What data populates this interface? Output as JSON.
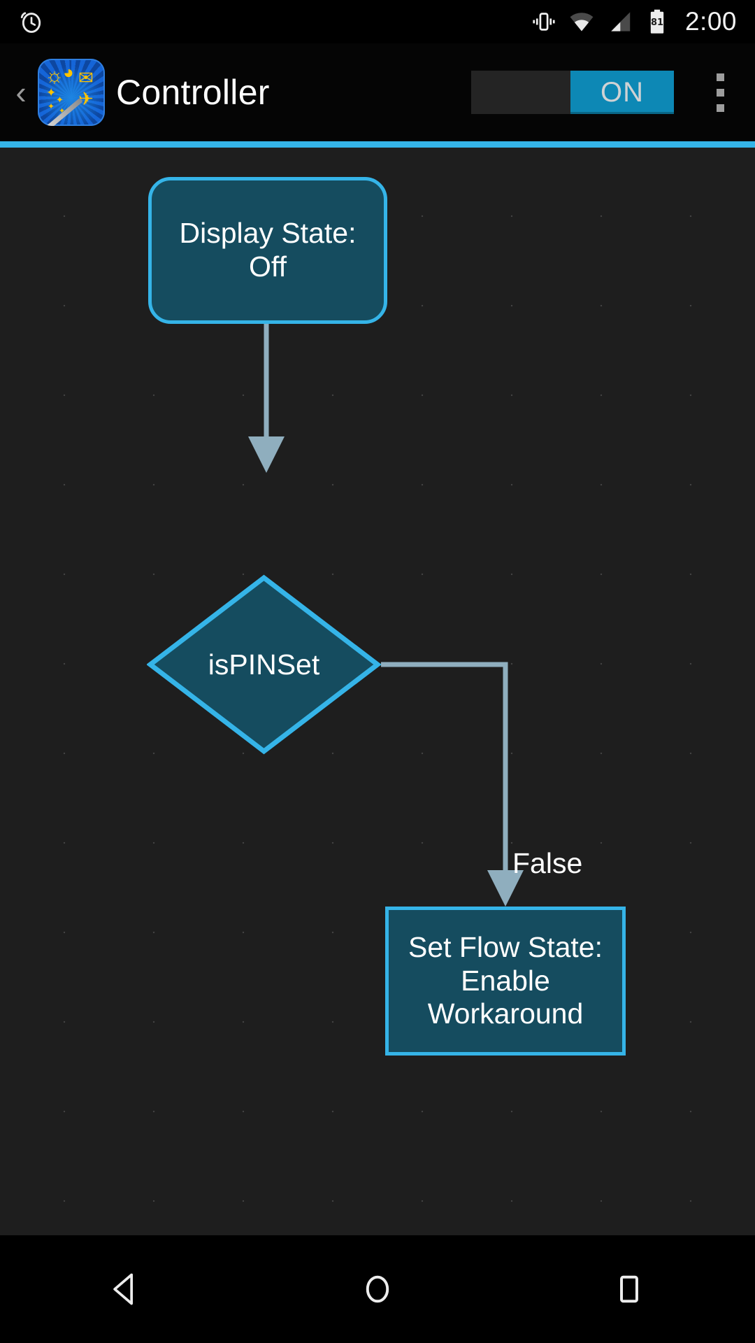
{
  "statusbar": {
    "time": "2:00",
    "battery_level": "81",
    "icons": [
      "alarm-icon",
      "vibrate-icon",
      "wifi-icon",
      "cellular-signal-icon",
      "battery-icon"
    ]
  },
  "actionbar": {
    "back_glyph": "‹",
    "app_icon_name": "tasker-app-icon",
    "title": "Controller",
    "toggle_label": "ON",
    "toggle_state": "on",
    "overflow_name": "overflow-menu"
  },
  "theme": {
    "accent": "#35b4e8",
    "node_fill": "#154C5F",
    "node_border": "#35b4e8",
    "canvas_bg": "#1e1e1e",
    "wire": "#8FAEBE",
    "toggle_on": "#0d88b5"
  },
  "flow": {
    "nodes": [
      {
        "id": "n1",
        "shape": "rounded-rect",
        "label": "Display State: Off"
      },
      {
        "id": "n2",
        "shape": "diamond",
        "label": "isPINSet"
      },
      {
        "id": "n3",
        "shape": "rect",
        "label_lines": [
          "Set Flow State:",
          "Enable",
          "Workaround"
        ]
      }
    ],
    "edges": [
      {
        "from": "n1",
        "to": "n2",
        "label": ""
      },
      {
        "from": "n2",
        "to": "n3",
        "label": "False"
      }
    ]
  },
  "navbar": {
    "back": "back-button",
    "home": "home-button",
    "recents": "recents-button"
  }
}
